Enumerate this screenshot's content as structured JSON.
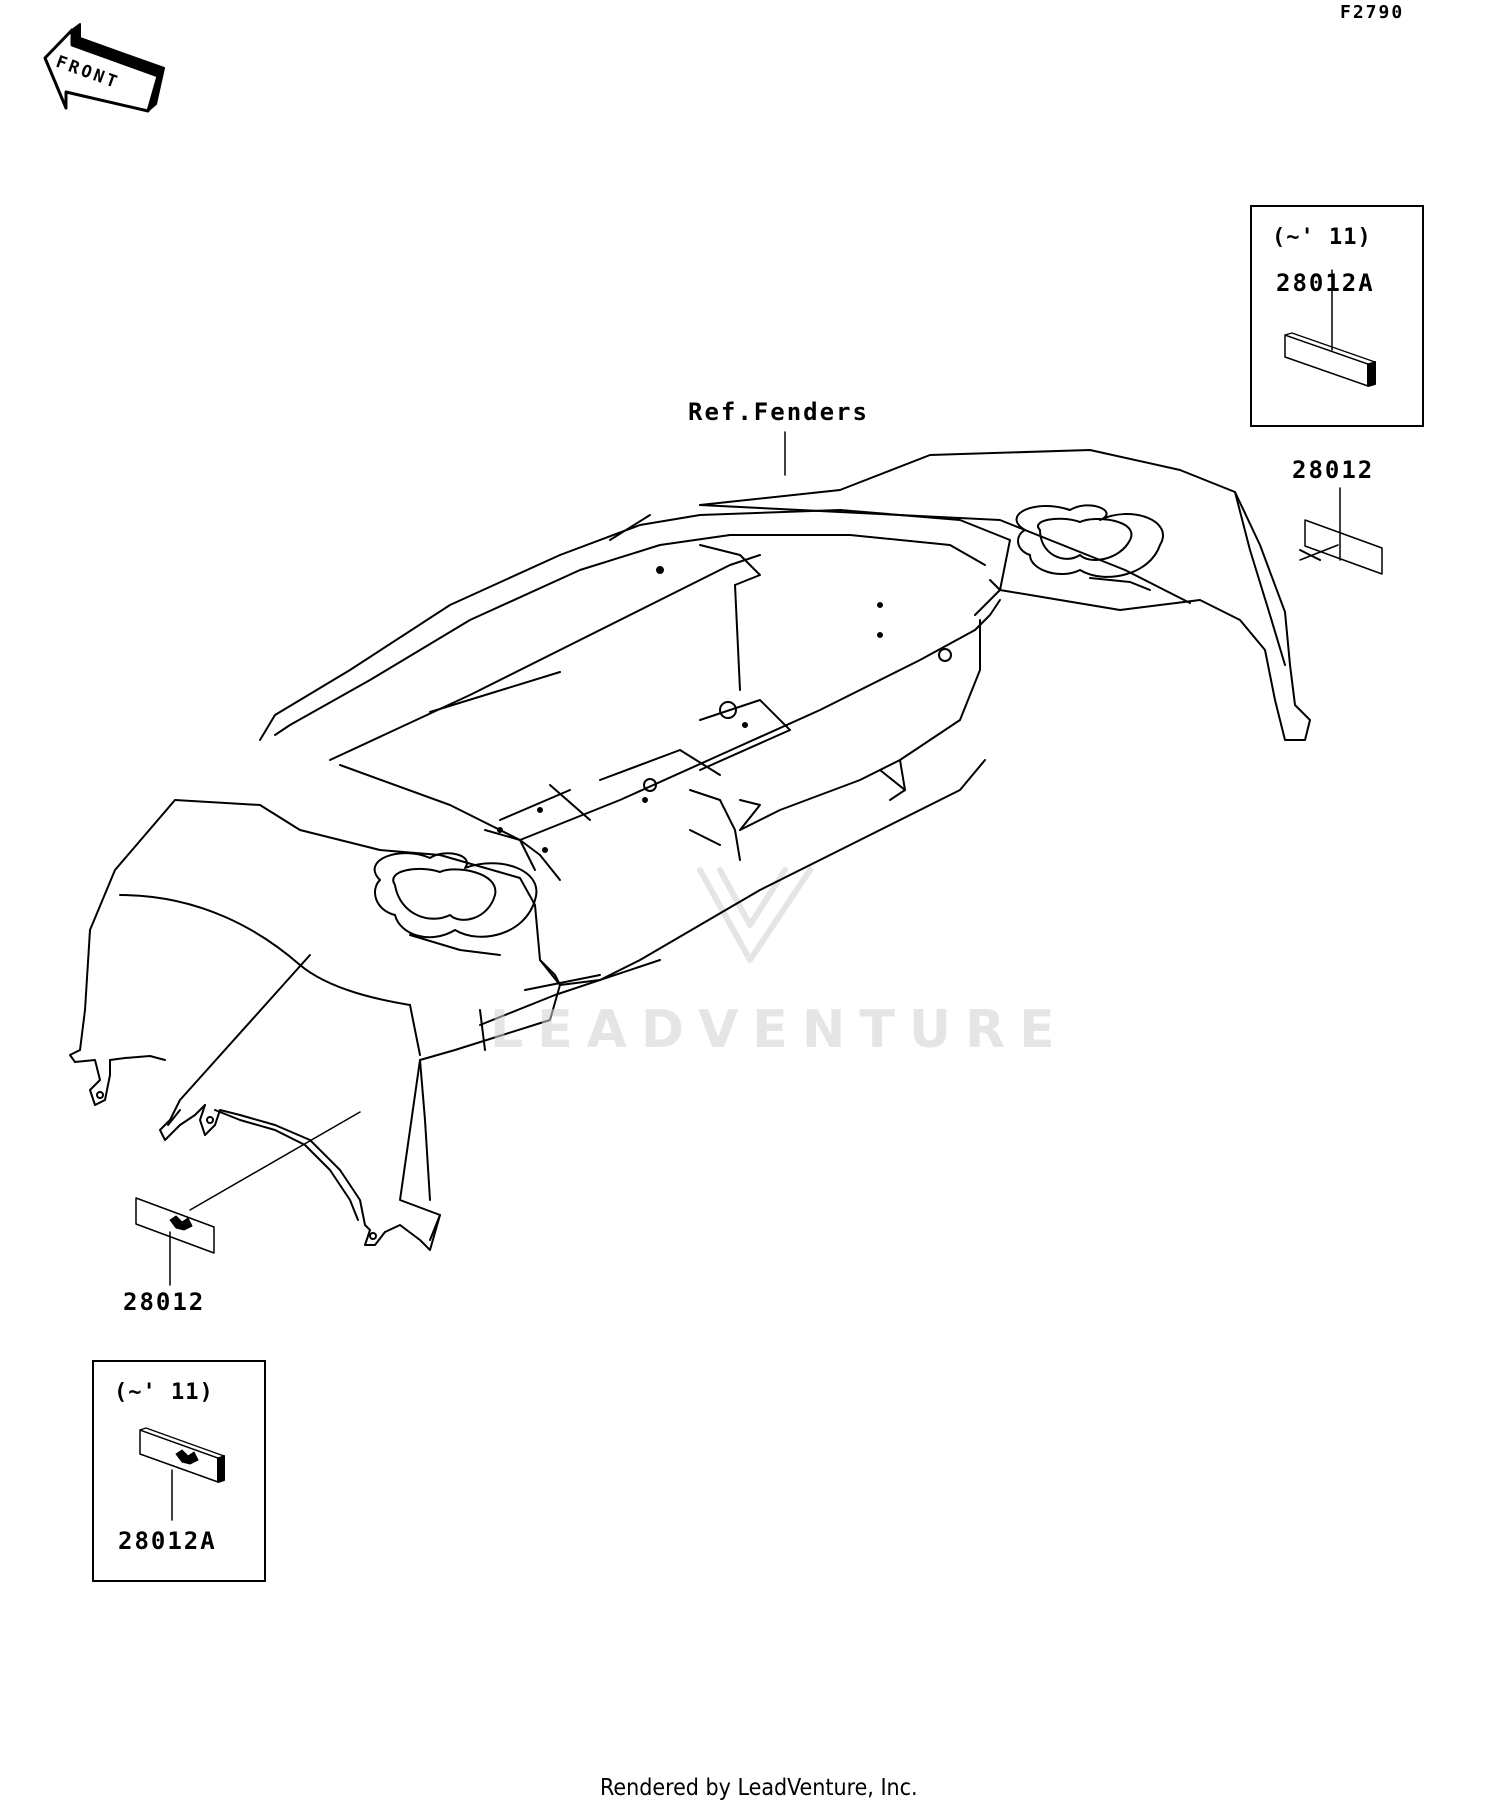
{
  "figure_code": "F2790",
  "front_label": "FRONT",
  "ref_label": "Ref.Fenders",
  "callouts": {
    "right_label": "28012",
    "left_label": "28012"
  },
  "inset_top_right": {
    "note": "(~' 11)",
    "part": "28012A"
  },
  "inset_bottom_left": {
    "note": "(~' 11)",
    "part": "28012A"
  },
  "watermark": "LEADVENTURE",
  "footer": "Rendered by LeadVenture, Inc."
}
